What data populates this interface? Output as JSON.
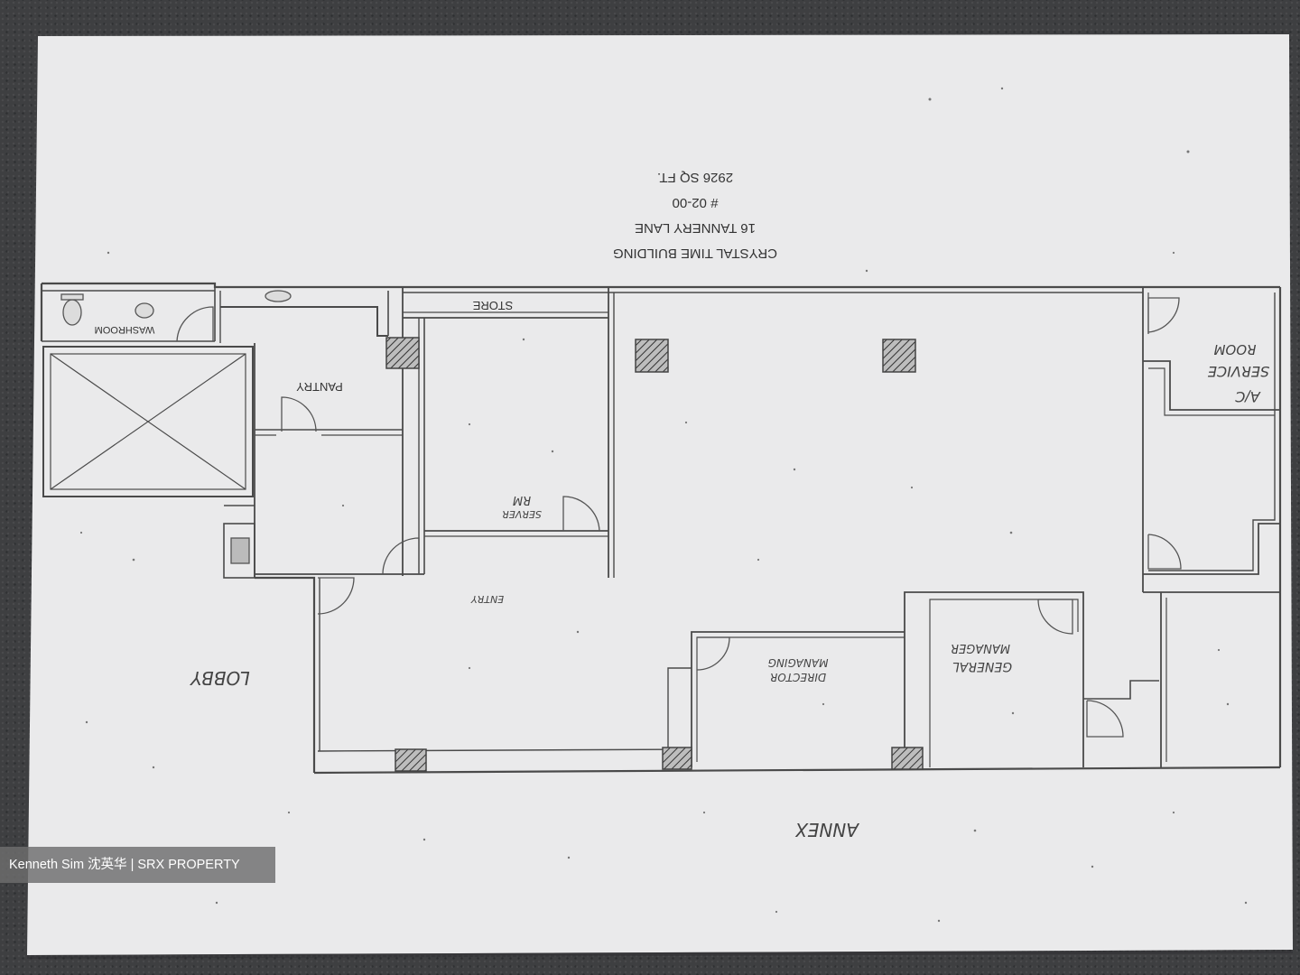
{
  "title_block": {
    "line1": "CRYSTAL TIME BUILDING",
    "line2": "16 TANNERY LANE",
    "line3": "# 02-00",
    "line4": "2926 SQ FT."
  },
  "rooms": {
    "washroom": "WASHROOM",
    "store": "STORE",
    "pantry": "PANTRY",
    "server_room_line1": "SERVER",
    "server_room_line2": "RM",
    "ac_service_line1": "A/C",
    "ac_service_line2": "SERVICE",
    "ac_service_line3": "ROOM",
    "managing_director_line1": "MANAGING",
    "managing_director_line2": "DIRECTOR",
    "general_manager_line1": "GENERAL",
    "general_manager_line2": "MANAGER",
    "lobby": "LOBBY",
    "annex": "ANNEX",
    "entry": "ENTRY"
  },
  "watermark": "Kenneth Sim 沈英华 | SRX PROPERTY"
}
